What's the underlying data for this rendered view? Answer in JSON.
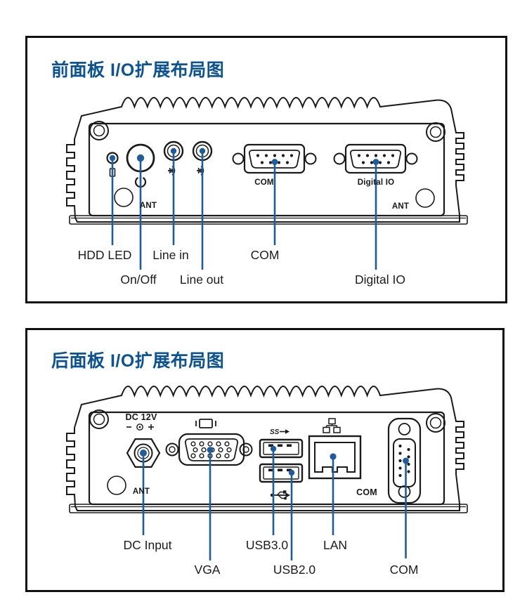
{
  "colors": {
    "title_blue": "#0b5394",
    "callout_blue": "#1e5c9e",
    "line_black": "#1a1a1a",
    "label_dark": "#1c1c1c",
    "box_border": "#111111",
    "background": "#ffffff"
  },
  "front_panel": {
    "title": "前面板 I/O扩展布局图",
    "markings": {
      "com": "COM",
      "digital_io": "Digital IO",
      "ant_left": "ANT",
      "ant_right": "ANT"
    },
    "labels": {
      "hdd_led": "HDD LED",
      "on_off": "On/Off",
      "line_in": "Line in",
      "line_out": "Line out",
      "com": "COM",
      "digital_io": "Digital IO"
    }
  },
  "rear_panel": {
    "title": "后面板 I/O扩展布局图",
    "markings": {
      "dc_rating": "DC 12V",
      "ant": "ANT",
      "com": "COM",
      "usb3_ss": "SS"
    },
    "labels": {
      "dc_input": "DC Input",
      "vga": "VGA",
      "usb3": "USB3.0",
      "usb2": "USB2.0",
      "lan": "LAN",
      "com": "COM"
    }
  },
  "icons": {
    "front": [
      "hdd-icon",
      "power-icon",
      "line-in-icon",
      "line-out-icon",
      "screw-icon"
    ],
    "rear": [
      "dc-polarity-icon",
      "monitor-icon",
      "usb3-ss-icon",
      "usb2-trident-icon",
      "lan-icon",
      "screw-icon"
    ]
  }
}
